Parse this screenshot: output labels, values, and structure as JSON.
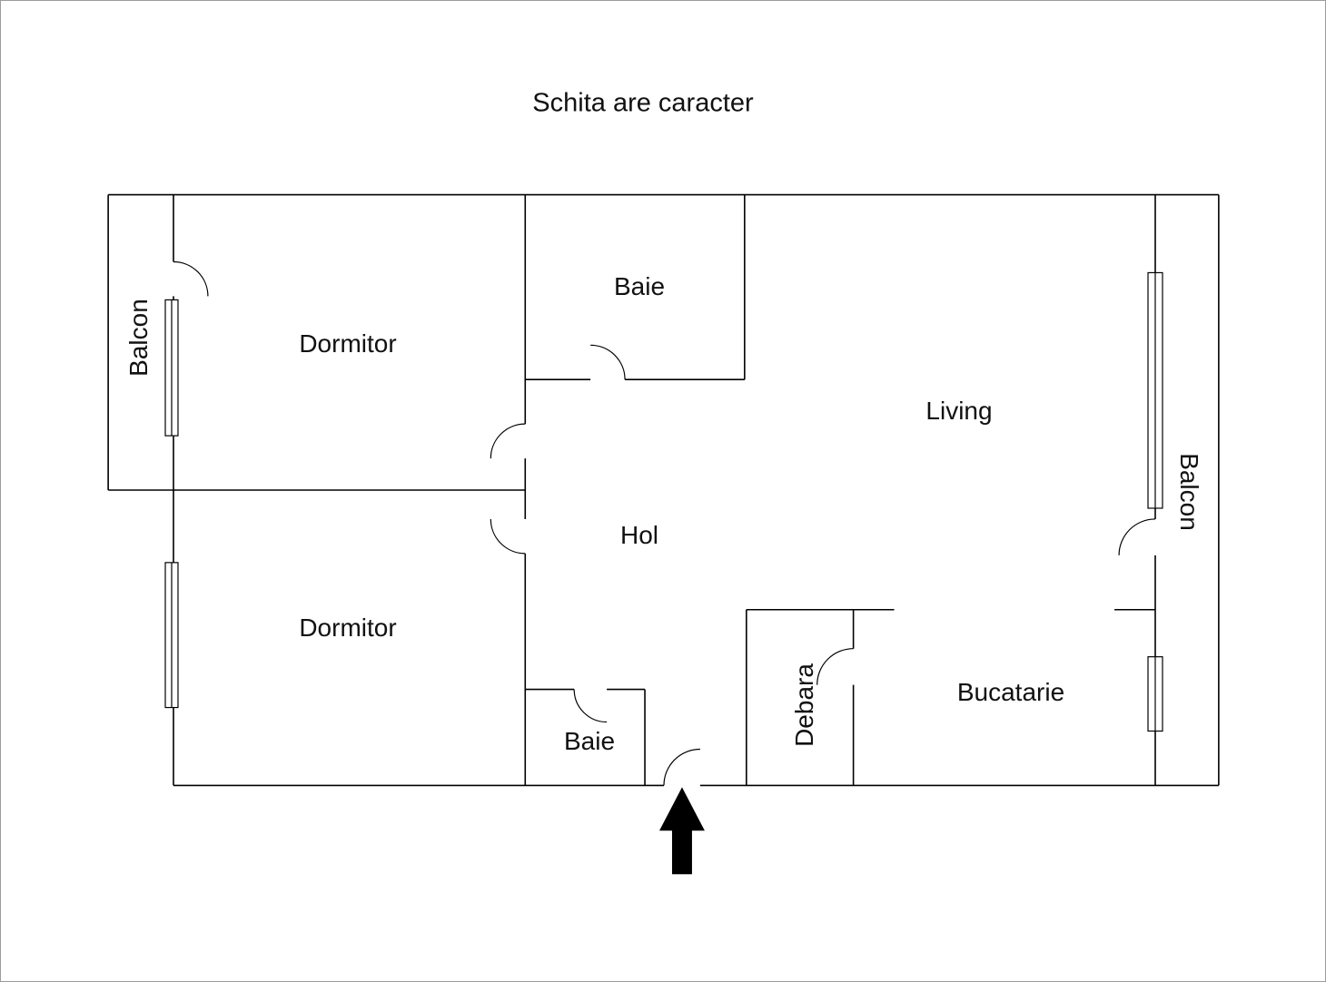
{
  "title": "Schita are caracter",
  "rooms": {
    "balcon_left": "Balcon",
    "dormitor_top": "Dormitor",
    "baie_top": "Baie",
    "living": "Living",
    "hol": "Hol",
    "dormitor_bottom": "Dormitor",
    "baie_bottom": "Baie",
    "debara": "Debara",
    "bucatarie": "Bucatarie",
    "balcon_right": "Balcon"
  },
  "icons": {
    "entrance_arrow": "up-arrow"
  },
  "colors": {
    "wall": "#000000",
    "background": "#ffffff",
    "arrow": "#000000",
    "border": "#9b9b9b"
  }
}
